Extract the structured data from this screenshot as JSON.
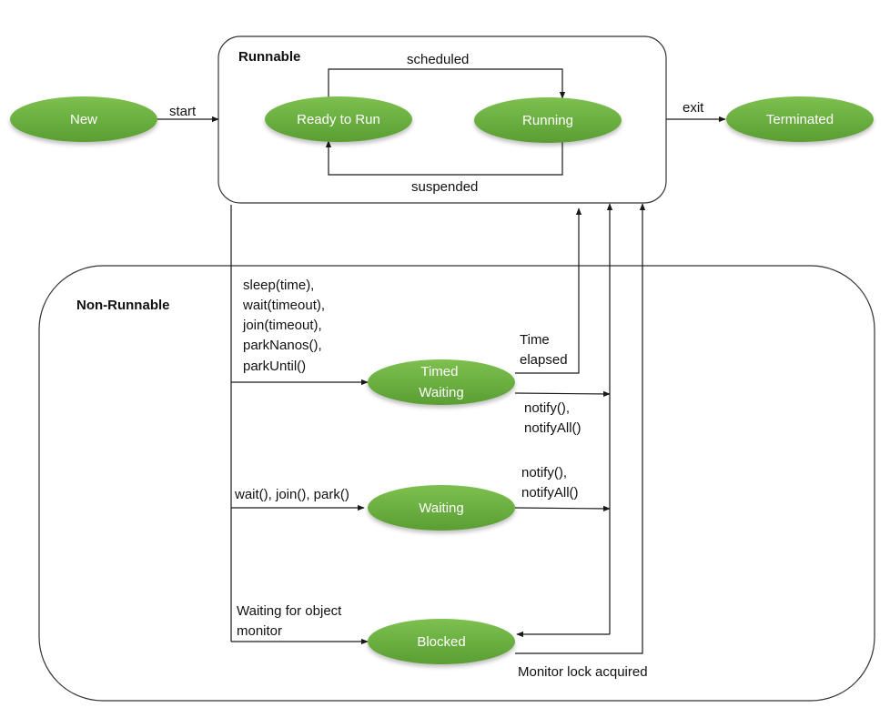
{
  "colors": {
    "state_fill_top": "#7dc04f",
    "state_fill_bottom": "#5a9e34",
    "state_text": "#ffffff",
    "line": "#1a1a1a"
  },
  "groups": {
    "runnable": "Runnable",
    "non_runnable": "Non-Runnable"
  },
  "states": {
    "new": "New",
    "ready": "Ready to Run",
    "running": "Running",
    "terminated": "Terminated",
    "timed_waiting_1": "Timed",
    "timed_waiting_2": "Waiting",
    "waiting": "Waiting",
    "blocked": "Blocked"
  },
  "transitions": {
    "start": "start",
    "exit": "exit",
    "scheduled": "scheduled",
    "suspended": "suspended",
    "timed_calls": [
      "sleep(time),",
      "wait(timeout),",
      "join(timeout),",
      "parkNanos(),",
      "parkUntil()"
    ],
    "time_elapsed": [
      "Time",
      "elapsed"
    ],
    "notify_timed": [
      "notify(),",
      "notifyAll()"
    ],
    "wait_calls": "wait(), join(), park()",
    "notify_waiting": [
      "notify(),",
      "notifyAll()"
    ],
    "monitor_wait": [
      "Waiting for object",
      "monitor"
    ],
    "monitor_acquired": "Monitor lock acquired"
  }
}
